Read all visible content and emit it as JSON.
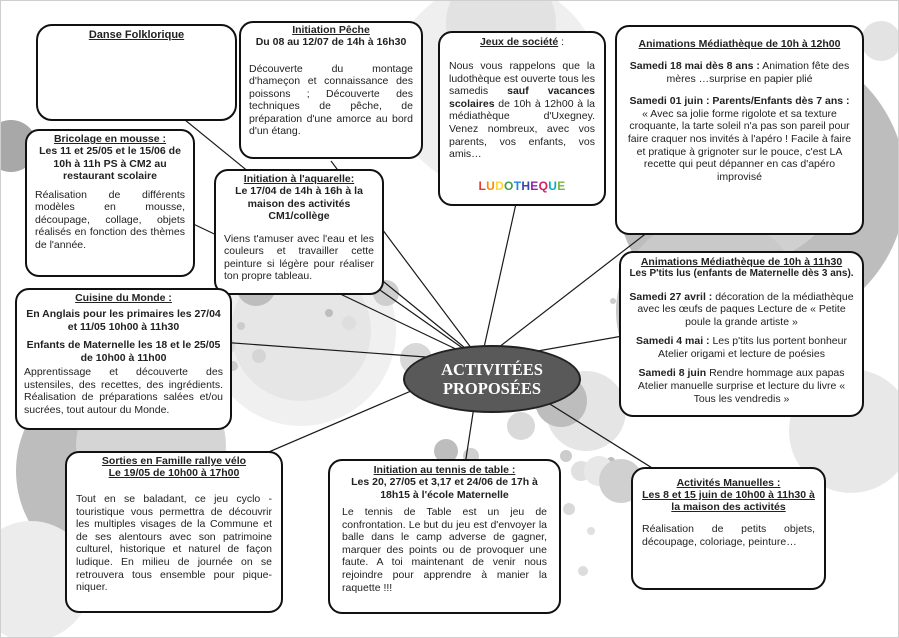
{
  "center": {
    "line1": "ACTIVITÉES",
    "line2": "PROPOSÉES"
  },
  "danse": {
    "title": "Danse Folklorique"
  },
  "peche": {
    "title": "Initiation Pêche",
    "dates": "Du 08 au 12/07 de 14h à 16h30",
    "text": "Découverte du montage d'hameçon et connaissance des poissons ; Découverte des techniques de pêche, de préparation d'une amorce au bord d'un étang."
  },
  "jeux": {
    "title": "Jeux de société",
    "colon": " :",
    "text_before": "Nous vous rappelons que la ludothèque est ouverte tous les samedis ",
    "text_bold": "sauf vacances scolaires",
    "text_after": " de 10h à 12h00 à la médiathèque d'Uxegney. Venez nombreux, avec vos parents, vos enfants, vos amis…",
    "logo_letters": [
      "L",
      "U",
      "D",
      "O",
      "T",
      "H",
      "E",
      "Q",
      "U",
      "E"
    ],
    "logo_colors": [
      "#e53935",
      "#fb8c00",
      "#fdd835",
      "#43a047",
      "#1e88e5",
      "#3949ab",
      "#8e24aa",
      "#d81b60",
      "#00acc1",
      "#7cb342"
    ]
  },
  "anim1": {
    "title": "Animations Médiathèque de 10h à 12h00",
    "p1_bold": "Samedi 18 mai dès 8 ans :",
    "p1_text": " Animation fête des mères …surprise en papier plié",
    "p2_bold": "Samedi 01 juin : Parents/Enfants dès 7 ans :",
    "p2_text": "« Avec sa jolie forme rigolote et sa texture croquante, la tarte soleil n'a pas son pareil pour faire craquer nos invités à l'apéro ! Facile à faire et pratique à grignoter sur le pouce, c'est LA recette qui peut dépanner en cas d'apéro improvisé"
  },
  "bricolage": {
    "title": "Bricolage en mousse :",
    "dates": "Les 11 et 25/05 et le 15/06 de 10h à 11h PS à CM2 au restaurant scolaire",
    "text": "Réalisation de différents modèles en mousse, découpage, collage, objets réalisés en fonction des thèmes de l'année."
  },
  "aquarelle": {
    "title": "Initiation à l'aquarelle:",
    "dates": "Le 17/04 de 14h à 16h à la maison des activités CM1/collège",
    "text": "Viens t'amuser avec l'eau et les couleurs et travailler cette peinture si légère pour réaliser ton propre tableau."
  },
  "cuisine": {
    "title": "Cuisine du Monde :",
    "line1": "En Anglais pour les primaires les 27/04 et 11/05 10h00 à 11h30",
    "line2": "Enfants de Maternelle les 18 et le 25/05 de 10h00 à 11h00",
    "text": "Apprentissage et découverte des ustensiles, des recettes, des ingrédients. Réalisation de préparations salées et/ou sucrées, tout autour du Monde."
  },
  "anim2": {
    "title": "Animations Médiathèque de 10h à 11h30",
    "sub": "Les P'tits lus (enfants de Maternelle dès 3 ans).",
    "p1_bold": "Samedi 27 avril :",
    "p1_text": " décoration de la médiathèque avec les œufs de paques Lecture de « Petite poule la grande artiste »",
    "p2_bold": "Samedi 4 mai :",
    "p2_text": " Les p'tits lus portent bonheur Atelier origami et lecture de poésies",
    "p3_bold": "Samedi 8 juin",
    "p3_text": " Rendre hommage aux papas Atelier manuelle surprise et lecture du livre « Tous les vendredis »"
  },
  "sorties": {
    "title": "Sorties en Famille rallye vélo",
    "dates": "Le 19/05 de 10h00 à 17h00",
    "text": "Tout en se baladant, ce jeu cyclo - touristique vous permettra de découvrir les multiples visages de la Commune et de ses alentours avec son patrimoine culturel, historique et naturel de façon ludique. En milieu de journée on se retrouvera tous ensemble pour pique-niquer."
  },
  "tennis": {
    "title": "Initiation au tennis de table :",
    "dates": "Les 20, 27/05 et 3,17 et 24/06 de 17h à 18h15 à l'école Maternelle",
    "text": "Le tennis de Table est un jeu de confrontation. Le but du jeu est d'envoyer la balle dans le camp adverse de gagner, marquer des points ou de provoquer une faute. A toi maintenant de venir nous rejoindre pour apprendre à manier la raquette !!!"
  },
  "manuelles": {
    "title": "Activités Manuelles :",
    "dates": "Les 8 et 15 juin de 10h00 à 11h30 à la maison des activités",
    "text": "Réalisation de petits objets, découpage, coloriage, peinture…"
  }
}
